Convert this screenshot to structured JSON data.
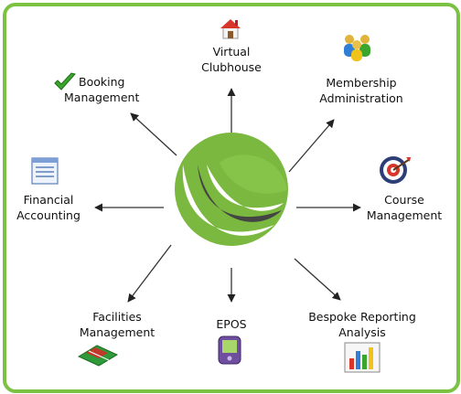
{
  "colors": {
    "border": "#7cc242",
    "logo_green": "#7ab83f",
    "logo_grey": "#444444",
    "arrow": "#222222"
  },
  "center": {
    "icon": "swirl-logo"
  },
  "nodes": {
    "virtual_clubhouse": {
      "line1": "Virtual",
      "line2": "Clubhouse",
      "icon": "house-icon"
    },
    "booking_management": {
      "line1": "Booking",
      "line2": "Management",
      "icon": "checkmark-icon"
    },
    "membership_administration": {
      "line1": "Membership",
      "line2": "Administration",
      "icon": "people-icon"
    },
    "financial_accounting": {
      "line1": "Financial",
      "line2": "Accounting",
      "icon": "document-list-icon"
    },
    "course_management": {
      "line1": "Course",
      "line2": "Management",
      "icon": "target-icon"
    },
    "facilities_management": {
      "line1": "Facilities",
      "line2": "Management",
      "icon": "court-icon"
    },
    "epos": {
      "line1": "EPOS",
      "icon": "handheld-device-icon"
    },
    "bespoke_reporting": {
      "line1": "Bespoke Reporting",
      "line2": "Analysis",
      "icon": "bar-chart-icon"
    }
  }
}
